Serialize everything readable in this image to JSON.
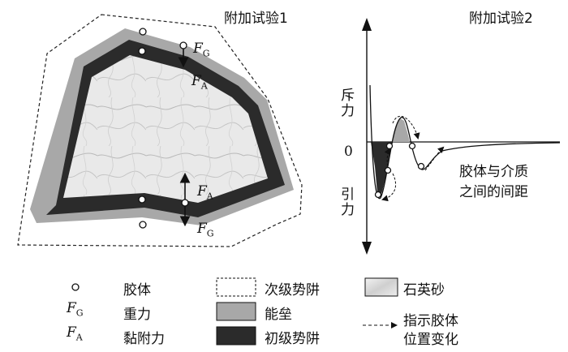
{
  "titles": {
    "experiment1": "附加试验1",
    "experiment2": "附加试验2"
  },
  "forces": {
    "gravity_symbol": "F",
    "gravity_sub": "G",
    "adhesion_symbol": "F",
    "adhesion_sub": "A"
  },
  "plot": {
    "repulsion_label": "斥力",
    "attraction_label": "引力",
    "zero_label": "0",
    "distance_label_line1": "胶体与介质",
    "distance_label_line2": "之间的间距"
  },
  "legend": {
    "colloid": "胶体",
    "gravity": "重力",
    "adhesion": "黏附力",
    "secondary_well": "次级势阱",
    "energy_barrier": "能垒",
    "primary_well": "初级势阱",
    "quartz_sand": "石英砂",
    "colloid_move_line1": "指示胶体",
    "colloid_move_line2": "位置变化"
  },
  "colors": {
    "primary_well": "#2b2b2b",
    "energy_barrier": "#a8a8a8",
    "background": "#ffffff"
  }
}
